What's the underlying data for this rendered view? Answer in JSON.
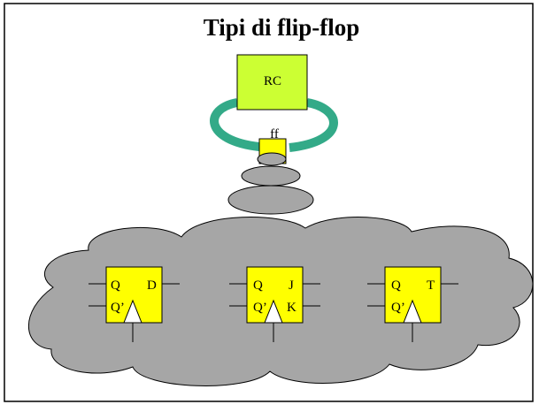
{
  "title": "Tipi di flip-flop",
  "colors": {
    "background": "#ffffff",
    "frame": "#000000",
    "box_fill": "#ffff00",
    "rc_fill": "#ccff33",
    "cloud_fill": "#a6a6a6",
    "ring": "#33aa88"
  },
  "top_diagram": {
    "rc_label": "RC",
    "ff_label": "ff"
  },
  "flip_flops": [
    {
      "out": "Q",
      "out_not": "Q’",
      "in1": "D",
      "in2": ""
    },
    {
      "out": "Q",
      "out_not": "Q’",
      "in1": "J",
      "in2": "K"
    },
    {
      "out": "Q",
      "out_not": "Q’",
      "in1": "T",
      "in2": ""
    }
  ]
}
